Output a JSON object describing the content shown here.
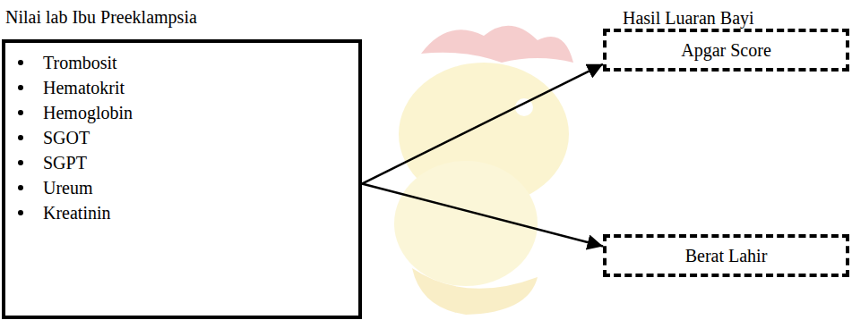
{
  "diagram": {
    "nodes": [
      {
        "text": [
          "Nilai lab Ibu Preeklampsia",
          "Trombosit",
          "Hematokrit",
          "Hemoglobin",
          "SGOT",
          "SGPT",
          "Ureum",
          "Kreatinin"
        ]
      },
      {
        "text": [
          "Apgar Score"
        ]
      },
      {
        "text": [
          "Berat Lahir"
        ]
      }
    ],
    "edges": [
      {
        "from": 0,
        "to": 1,
        "arrow": "to"
      },
      {
        "from": 0,
        "to": 2,
        "arrow": "to"
      }
    ],
    "labels": [
      "Hasil Luaran Bayi"
    ]
  }
}
